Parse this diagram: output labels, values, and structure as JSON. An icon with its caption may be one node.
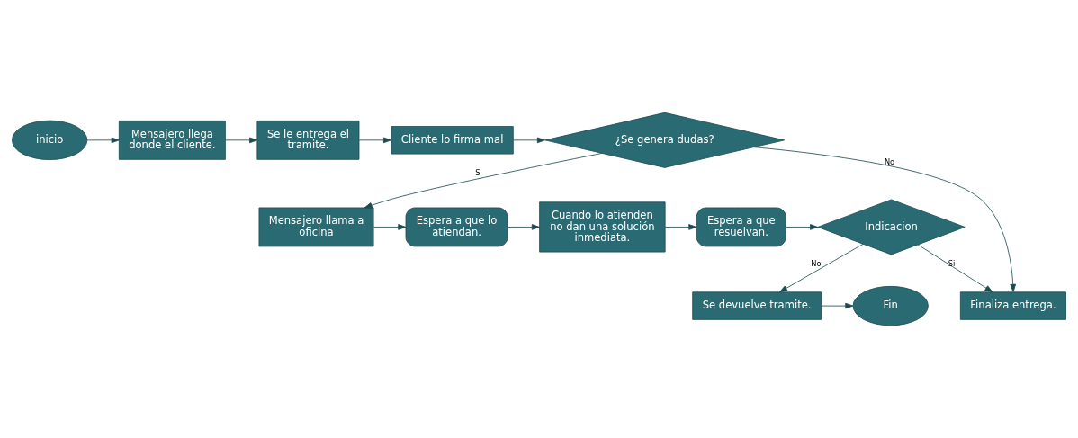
{
  "diagram": {
    "nodes": [
      {
        "text": [
          "inicio"
        ]
      },
      {
        "text": [
          "Mensajero llega donde el cliente."
        ]
      },
      {
        "text": [
          "Se le entrega el tramite."
        ]
      },
      {
        "text": [
          "Cliente lo firma mal"
        ]
      },
      {
        "text": [
          "¿Se genera dudas?"
        ]
      },
      {
        "text": [
          "Mensajero llama a oficina"
        ]
      },
      {
        "text": [
          "Espera a que lo atiendan."
        ]
      },
      {
        "text": [
          "Cuando lo atienden no dan una solución inmediata."
        ]
      },
      {
        "text": [
          "Espera a que resuelvan."
        ]
      },
      {
        "text": [
          "Indicacion"
        ]
      },
      {
        "text": [
          "Se devuelve tramite."
        ]
      },
      {
        "text": [
          "Fin"
        ]
      },
      {
        "text": [
          "Finaliza entrega."
        ]
      }
    ],
    "edges": [
      {
        "from": 0,
        "to": 1,
        "arrow": "to"
      },
      {
        "from": 1,
        "to": 2,
        "arrow": "to"
      },
      {
        "from": 2,
        "to": 3,
        "arrow": "to"
      },
      {
        "from": 3,
        "to": 4,
        "arrow": "to"
      },
      {
        "from": 4,
        "to": 5,
        "label": "Si",
        "arrow": "to"
      },
      {
        "from": 4,
        "to": 12,
        "label": "No",
        "arrow": "to"
      },
      {
        "from": 5,
        "to": 6,
        "arrow": "to"
      },
      {
        "from": 6,
        "to": 7,
        "arrow": "to"
      },
      {
        "from": 7,
        "to": 8,
        "arrow": "to"
      },
      {
        "from": 8,
        "to": 9,
        "arrow": "to"
      },
      {
        "from": 9,
        "to": 10,
        "label": "No",
        "arrow": "to"
      },
      {
        "from": 10,
        "to": 11,
        "arrow": "to"
      },
      {
        "from": 9,
        "to": 12,
        "label": "Si",
        "arrow": "to"
      }
    ]
  }
}
